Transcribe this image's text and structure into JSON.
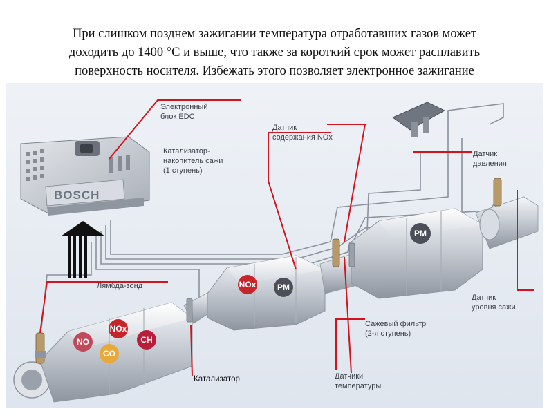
{
  "header": {
    "line1": "При слишком позднем зажигании температура отработавших газов может",
    "line2": "доходить до 1400 °С и выше, что также за короткий срок может расплавить",
    "line3": "поверхность носителя. Избежать этого позволяет электронное зажигание"
  },
  "ecu": {
    "brand": "BOSCH"
  },
  "labels": {
    "edc_1": "Электронный",
    "edc_2": "блок EDC",
    "nox_1": "Датчик",
    "nox_2": "содержания NOx",
    "storage_1": "Катализатор-",
    "storage_2": "накопитель сажи",
    "storage_3": "(1 ступень)",
    "pressure_1": "Датчик",
    "pressure_2": "давления",
    "lambda": "Лямбда-зонд",
    "soot_level_1": "Датчик",
    "soot_level_2": "уровня сажи",
    "soot_filter_1": "Сажевый фильтр",
    "soot_filter_2": "(2-я ступень)",
    "catalyst": "Катализатор",
    "temp_1": "Датчики",
    "temp_2": "температуры"
  },
  "bubbles": {
    "nox_front": "NOx",
    "no": "NO",
    "co": "CO",
    "ch": "CH",
    "nox_mid": "NOx",
    "pm_mid": "PM",
    "pm_filter": "PM"
  },
  "colors": {
    "leader": "#d4141c",
    "nox": "#c8242c",
    "no": "#c04a5a",
    "co": "#e8a83a",
    "ch": "#b81e3a",
    "pm": "#4a4f58",
    "metal": "#c9ced6"
  }
}
